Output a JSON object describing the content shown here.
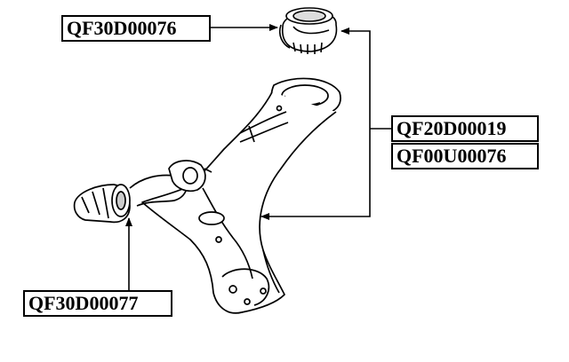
{
  "labels": {
    "top_bushing": "QF30D00076",
    "right_arm_1": "QF20D00019",
    "right_arm_2": "QF00U00076",
    "bottom_bushing": "QF30D00077"
  }
}
